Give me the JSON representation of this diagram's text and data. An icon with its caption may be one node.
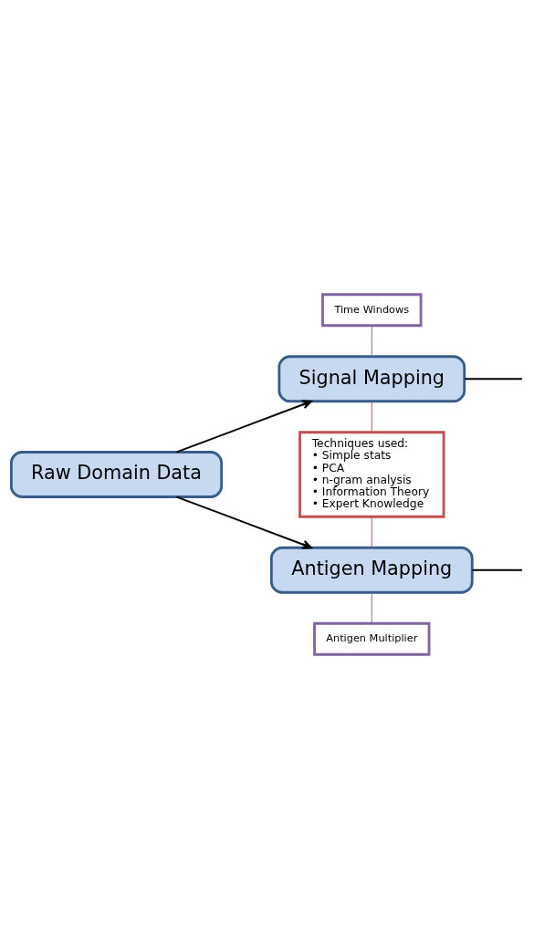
{
  "diagram": {
    "nodes": [
      {
        "text": [
          "Time Windows"
        ]
      },
      {
        "text": [
          "Signal Mapping"
        ]
      },
      {
        "text": [
          "Raw Domain Data"
        ]
      },
      {
        "text": [
          "Techniques used:",
          "• Simple stats",
          "• PCA",
          "• n-gram analysis",
          "• Information Theory",
          "• Expert Knowledge"
        ]
      },
      {
        "text": [
          "Antigen Mapping"
        ]
      },
      {
        "text": [
          "Antigen Multiplier"
        ]
      }
    ],
    "edges": [
      {
        "from": 0,
        "to": 1,
        "arrow": "none",
        "color": "#8064a2"
      },
      {
        "from": 2,
        "to": 1,
        "arrow": "to"
      },
      {
        "from": 1,
        "to": 3,
        "arrow": "none",
        "color": "#c0504d"
      },
      {
        "from": 1,
        "to": null,
        "arrow": "none"
      },
      {
        "from": 2,
        "to": 4,
        "arrow": "to"
      },
      {
        "from": 3,
        "to": 4,
        "arrow": "none",
        "color": "#c0504d"
      },
      {
        "from": 4,
        "to": null,
        "arrow": "none"
      },
      {
        "from": 4,
        "to": 5,
        "arrow": "none",
        "color": "#8064a2"
      }
    ]
  }
}
